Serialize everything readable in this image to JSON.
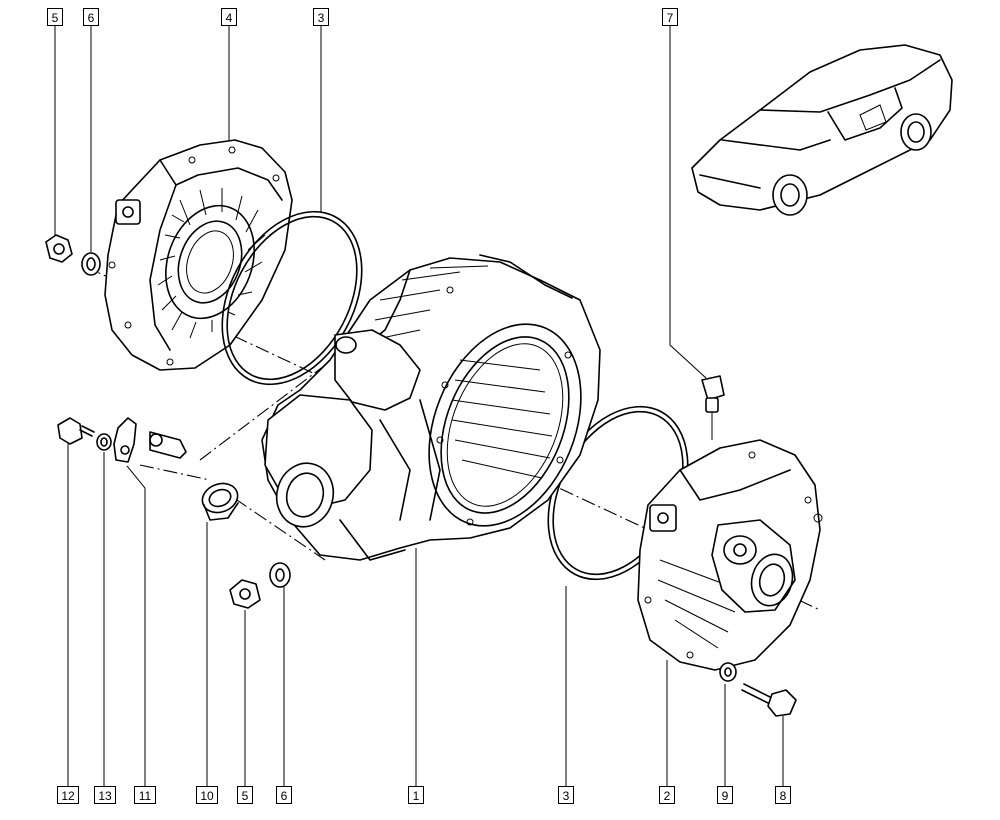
{
  "callouts": {
    "c5_top": "5",
    "c6_top": "6",
    "c4_top": "4",
    "c3_top": "3",
    "c7_top": "7",
    "c12_bot": "12",
    "c13_bot": "13",
    "c11_bot": "11",
    "c10_bot": "10",
    "c5_bot": "5",
    "c6_bot": "6",
    "c1_bot": "1",
    "c3_bot": "3",
    "c2_bot": "2",
    "c9_bot": "9",
    "c8_bot": "8"
  }
}
